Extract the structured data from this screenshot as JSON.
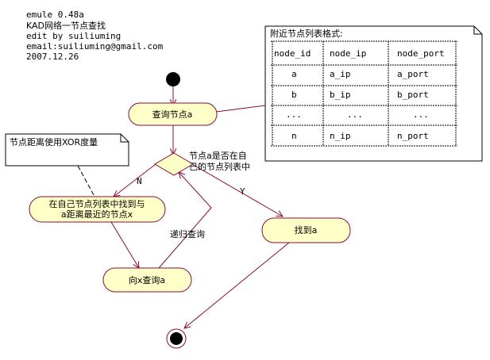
{
  "header_lines": [
    "emule 0.48a",
    "KAD网络一节点查找",
    "edit by suiliuming",
    "email:suiliuming@gmail.com",
    "2007.12.26"
  ],
  "table_note": {
    "title": "附近节点列表格式:",
    "headers": [
      "node_id",
      "node_ip",
      "node_port"
    ],
    "rows": [
      [
        "a",
        "a_ip",
        "a_port"
      ],
      [
        "b",
        "b_ip",
        "b_port"
      ],
      [
        "...",
        "...",
        "..."
      ],
      [
        "n",
        "n_ip",
        "n_port"
      ]
    ]
  },
  "distance_note": "节点距离使用XOR度量",
  "activities": {
    "query_node": "查询节点a",
    "find_closest_line1": "在自己节点列表中找到与",
    "find_closest_line2": "a距离最近的节点x",
    "query_x": "向x查询a",
    "found": "找到a"
  },
  "decision": {
    "label_line1": "节点a是否在自",
    "label_line2": "己的节点列表中",
    "no_label": "N",
    "yes_label": "Y"
  },
  "recursive_label": "递归查询",
  "colors": {
    "activity_fill": "#ffffc8",
    "flow_stroke": "#8b0a3a",
    "background": "#ffffff"
  }
}
